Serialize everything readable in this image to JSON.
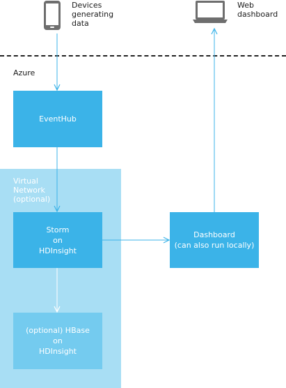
{
  "devices": {
    "icon": "phone-icon",
    "label": "Devices\ngenerating\ndata"
  },
  "web": {
    "icon": "laptop-icon",
    "label": "Web\ndashboard"
  },
  "azure": {
    "label": "Azure"
  },
  "virtual_network": {
    "label": "Virtual\nNetwork\n(optional)"
  },
  "nodes": {
    "eventhub": "EventHub",
    "storm": "Storm\non\nHDInsight",
    "hbase": "(optional) HBase\non\nHDInsight",
    "dashboard": "Dashboard\n(can also run locally)"
  },
  "colors": {
    "node": "#3bb3e8",
    "node_faded": "#74cbef",
    "virtual_network": "#a8def4",
    "arrow": "#3bb3e8",
    "icon": "#6e6e6e"
  }
}
